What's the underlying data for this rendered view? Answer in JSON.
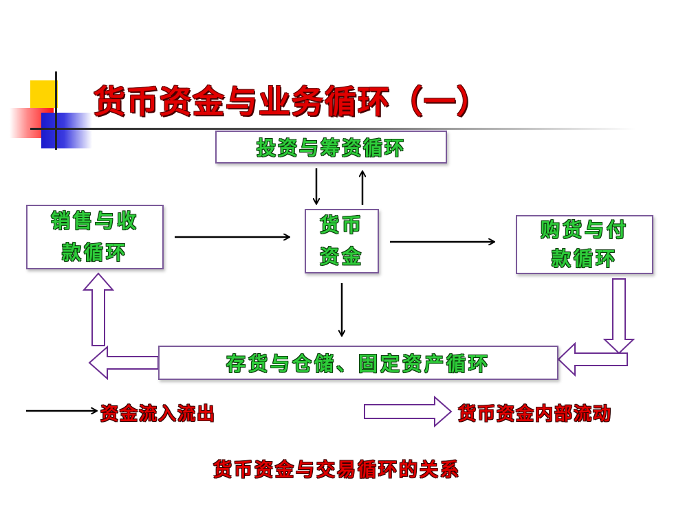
{
  "title": "货币资金与业务循环（一）",
  "boxes": {
    "invest_financing": "投资与筹资循环",
    "sales_collection": "销售与收\n款循环",
    "monetary_funds": "货币\n资金",
    "purchase_payment": "购货与付\n款循环",
    "inventory_assets": "存货与仓储、固定资产循环"
  },
  "legend": {
    "solid_arrow_label": "资金流入流出",
    "hollow_arrow_label": "货币资金内部流动"
  },
  "caption": "货币资金与交易循环的关系",
  "colors": {
    "title_red": "#e00000",
    "box_text_green": "#2ecc3a",
    "box_border_purple": "#7b5a9a",
    "hollow_arrow_purple": "#6a2c91",
    "decor_yellow": "#ffd400",
    "decor_red": "#ff1010",
    "decor_blue": "#1a1acc"
  }
}
